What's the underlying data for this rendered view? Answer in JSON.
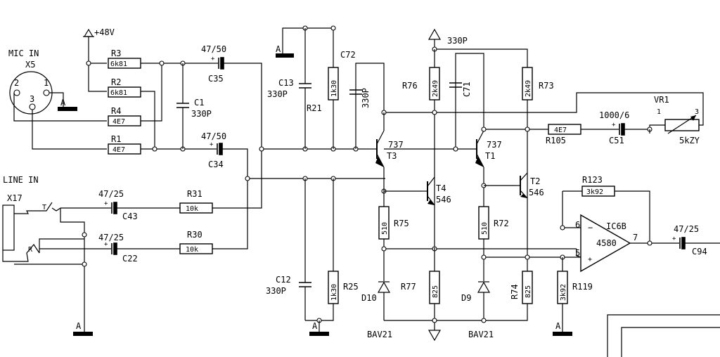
{
  "connectors": {
    "mic_in": "MIC IN",
    "x5": "X5",
    "pin1": "1",
    "pin2": "2",
    "pin3": "3",
    "line_in": "LINE IN",
    "x17": "X17",
    "t": "T",
    "r": "R"
  },
  "supplies": {
    "p48v": "+48V",
    "p330p": "330P",
    "gnd": "A"
  },
  "resistors": {
    "r3": {
      "ref": "R3",
      "val": "6k81"
    },
    "r2": {
      "ref": "R2",
      "val": "6k81"
    },
    "r4": {
      "ref": "R4",
      "val": "4E7"
    },
    "r1": {
      "ref": "R1",
      "val": "4E7"
    },
    "r31": {
      "ref": "R31",
      "val": "10k"
    },
    "r30": {
      "ref": "R30",
      "val": "10k"
    },
    "r21": {
      "ref": "R21",
      "val": "1k30"
    },
    "r25": {
      "ref": "R25",
      "val": "1k30"
    },
    "r76": {
      "ref": "R76",
      "val": "2k49"
    },
    "r73": {
      "ref": "R73",
      "val": "2k49"
    },
    "r75": {
      "ref": "R75",
      "val": "510"
    },
    "r72": {
      "ref": "R72",
      "val": "510"
    },
    "r77": {
      "ref": "R77",
      "val": "825"
    },
    "r74": {
      "ref": "R74",
      "val": "825"
    },
    "r105": {
      "ref": "R105",
      "val": "4E7"
    },
    "r123": {
      "ref": "R123",
      "val": "3k92"
    },
    "r119": {
      "ref": "R119",
      "val": "3k92"
    }
  },
  "capacitors": {
    "c35": {
      "ref": "C35",
      "val": "47/50"
    },
    "c34": {
      "ref": "C34",
      "val": "47/50"
    },
    "c1": {
      "ref": "C1",
      "val": "330P"
    },
    "c43": {
      "ref": "C43",
      "val": "47/25"
    },
    "c22": {
      "ref": "C22",
      "val": "47/25"
    },
    "c13": {
      "ref": "C13",
      "val": "330P"
    },
    "c12": {
      "ref": "C12",
      "val": "330P"
    },
    "c72": {
      "ref": "C72",
      "val": "330P"
    },
    "c71": {
      "ref": "C71"
    },
    "c51": {
      "ref": "C51",
      "val": "1000/6"
    },
    "c94": {
      "ref": "C94",
      "val": "47/25"
    }
  },
  "transistors": {
    "t3": {
      "ref": "T3",
      "val": "737"
    },
    "t1": {
      "ref": "T1",
      "val": "737"
    },
    "t4": {
      "ref": "T4",
      "val": "546"
    },
    "t2": {
      "ref": "T2",
      "val": "546"
    }
  },
  "diodes": {
    "d10": {
      "ref": "D10",
      "val": "BAV21"
    },
    "d9": {
      "ref": "D9",
      "val": "BAV21"
    }
  },
  "opamp": {
    "ref": "IC6B",
    "val": "4580",
    "pin6": "6",
    "pin5": "5",
    "pin7": "7",
    "minus": "−",
    "plus": "+"
  },
  "pot": {
    "ref": "VR1",
    "val": "5kZY",
    "pin1": "1",
    "pin3": "3"
  },
  "plus_sign": "+"
}
